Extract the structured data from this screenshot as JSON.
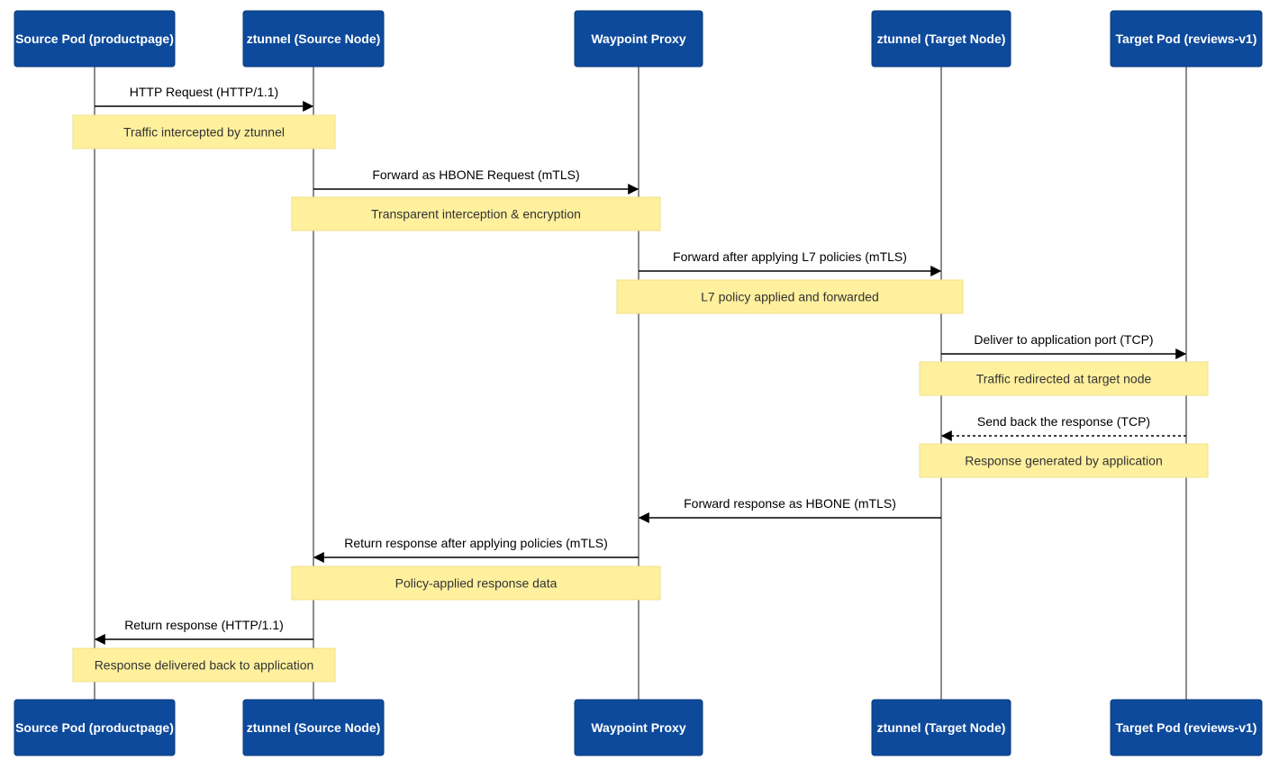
{
  "colors": {
    "actor_fill": "#0d4a9c",
    "actor_stroke": "#0a3a7a",
    "lifeline": "#666666",
    "note_fill": "#fff09e",
    "note_stroke": "#f0e08a",
    "arrow": "#000000"
  },
  "actors": [
    {
      "id": "src",
      "label": "Source Pod (productpage)"
    },
    {
      "id": "zs",
      "label": "ztunnel (Source Node)"
    },
    {
      "id": "wp",
      "label": "Waypoint Proxy"
    },
    {
      "id": "zt",
      "label": "ztunnel (Target Node)"
    },
    {
      "id": "tgt",
      "label": "Target Pod (reviews-v1)"
    }
  ],
  "steps": [
    {
      "kind": "msg",
      "from": "src",
      "to": "zs",
      "label": "HTTP Request (HTTP/1.1)",
      "style": "solid"
    },
    {
      "kind": "note",
      "over": [
        "src",
        "zs"
      ],
      "label": "Traffic intercepted by ztunnel"
    },
    {
      "kind": "msg",
      "from": "zs",
      "to": "wp",
      "label": "Forward as HBONE Request (mTLS)",
      "style": "solid"
    },
    {
      "kind": "note",
      "over": [
        "zs",
        "wp"
      ],
      "label": "Transparent interception & encryption"
    },
    {
      "kind": "msg",
      "from": "wp",
      "to": "zt",
      "label": "Forward after applying L7 policies (mTLS)",
      "style": "solid"
    },
    {
      "kind": "note",
      "over": [
        "wp",
        "zt"
      ],
      "label": "L7 policy applied and forwarded"
    },
    {
      "kind": "msg",
      "from": "zt",
      "to": "tgt",
      "label": "Deliver to application port (TCP)",
      "style": "solid"
    },
    {
      "kind": "note",
      "over": [
        "zt",
        "tgt"
      ],
      "label": "Traffic redirected at target node"
    },
    {
      "kind": "msg",
      "from": "tgt",
      "to": "zt",
      "label": "Send back the response (TCP)",
      "style": "dashed"
    },
    {
      "kind": "note",
      "over": [
        "zt",
        "tgt"
      ],
      "label": "Response generated by application"
    },
    {
      "kind": "msg",
      "from": "zt",
      "to": "wp",
      "label": "Forward response as HBONE (mTLS)",
      "style": "solid"
    },
    {
      "kind": "msg",
      "from": "wp",
      "to": "zs",
      "label": "Return response after applying policies (mTLS)",
      "style": "solid"
    },
    {
      "kind": "note",
      "over": [
        "zs",
        "wp"
      ],
      "label": "Policy-applied response data"
    },
    {
      "kind": "msg",
      "from": "zs",
      "to": "src",
      "label": "Return response (HTTP/1.1)",
      "style": "solid"
    },
    {
      "kind": "note",
      "over": [
        "src",
        "zs"
      ],
      "label": "Response delivered back to application"
    }
  ]
}
